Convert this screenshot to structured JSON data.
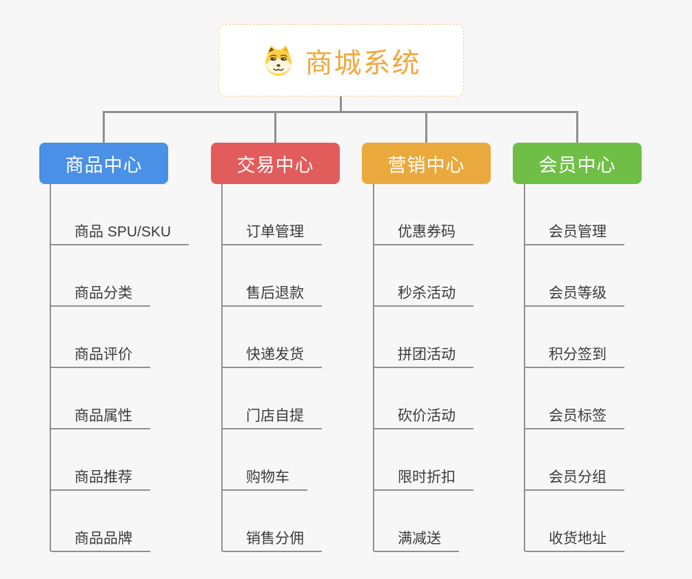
{
  "canvas": {
    "background": "#f7f7f7",
    "connector_color": "#8f8f8f"
  },
  "root": {
    "title": "商城系统",
    "title_color": "#f0a83e",
    "border_color": "#f3cf92",
    "icon": "dog-face-icon"
  },
  "branches": [
    {
      "label": "商品中心",
      "color": "#4a90e6",
      "items": [
        "商品 SPU/SKU",
        "商品分类",
        "商品评价",
        "商品属性",
        "商品推荐",
        "商品品牌"
      ]
    },
    {
      "label": "交易中心",
      "color": "#e25c5c",
      "items": [
        "订单管理",
        "售后退款",
        "快递发货",
        "门店自提",
        "购物车",
        "销售分佣"
      ]
    },
    {
      "label": "营销中心",
      "color": "#eaa93d",
      "items": [
        "优惠券码",
        "秒杀活动",
        "拼团活动",
        "砍价活动",
        "限时折扣",
        "满减送"
      ]
    },
    {
      "label": "会员中心",
      "color": "#6fbf46",
      "items": [
        "会员管理",
        "会员等级",
        "积分签到",
        "会员标签",
        "会员分组",
        "收货地址"
      ]
    }
  ]
}
